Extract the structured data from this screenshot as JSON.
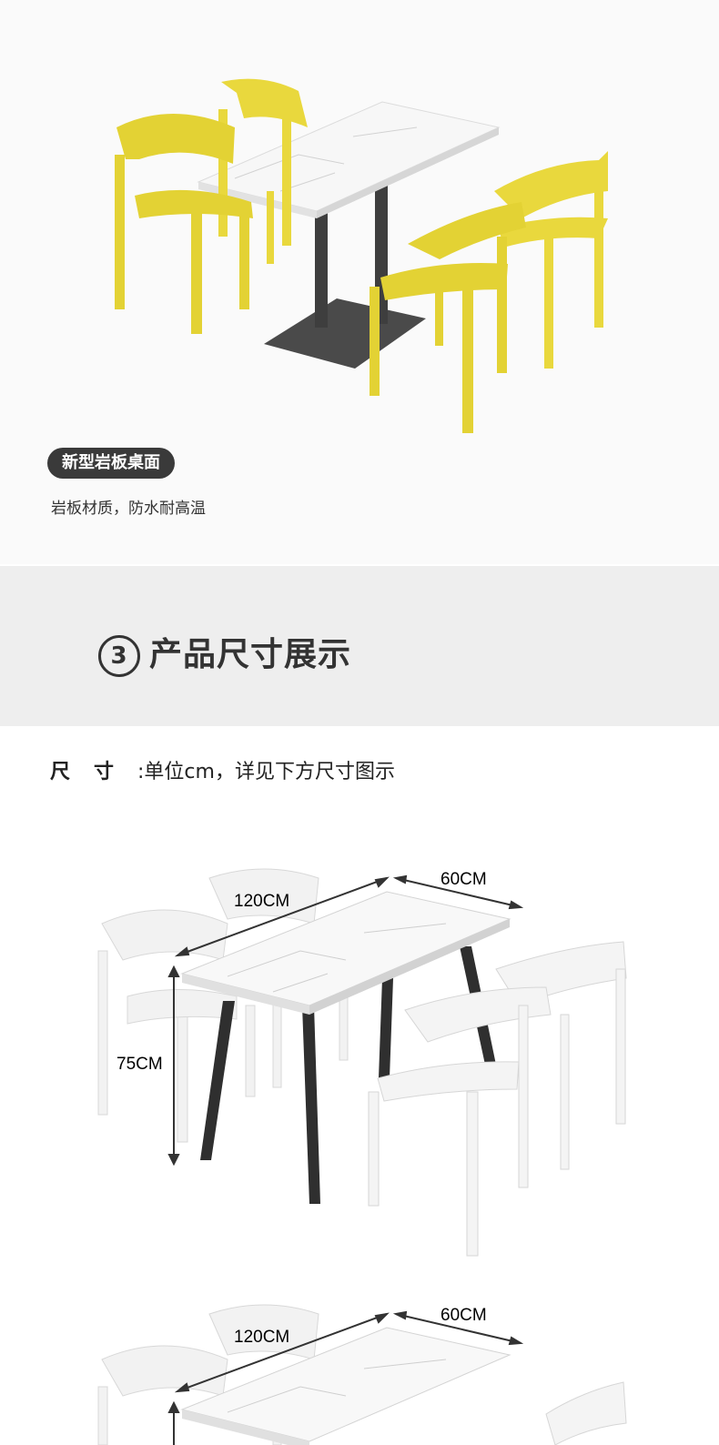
{
  "hero": {
    "badge": "新型岩板桌面",
    "description": "岩板材质，防水耐高温"
  },
  "section": {
    "number": "3",
    "title": "产品尺寸展示"
  },
  "size": {
    "label": "尺寸",
    "label_text": "尺 寸",
    "value": ":单位cm，详见下方尺寸图示"
  },
  "diagram1": {
    "length": "120CM",
    "width": "60CM",
    "height": "75CM"
  },
  "diagram2": {
    "length": "120CM",
    "width": "60CM"
  },
  "colors": {
    "chair_yellow": "#e9d83d",
    "chair_white": "#f4f4f4",
    "dark": "#3a3a3a"
  }
}
